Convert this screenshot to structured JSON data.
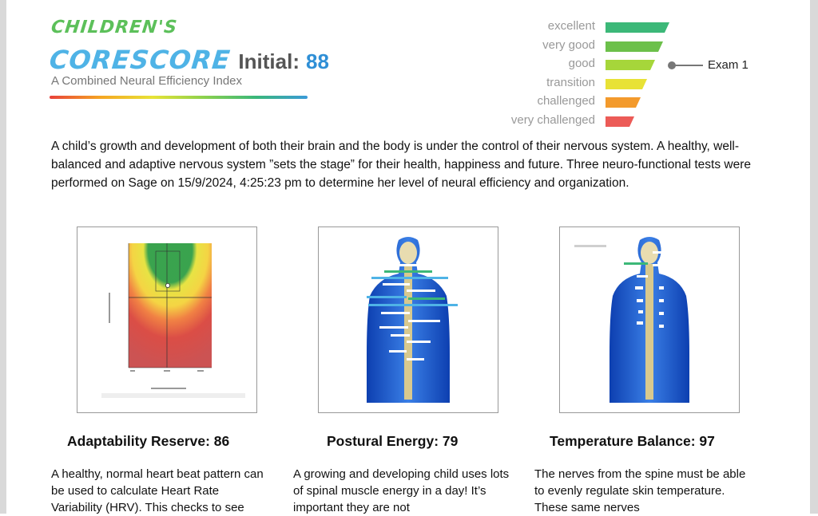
{
  "header": {
    "brand_top": "CHILDREN'S",
    "brand_main": "CORESCORE",
    "initial_label": "Initial:",
    "initial_score": "88",
    "subtitle": "A Combined Neural Efficiency Index"
  },
  "legend": {
    "levels": [
      {
        "label": "excellent",
        "color": "#3cb878"
      },
      {
        "label": "very good",
        "color": "#6cc04a"
      },
      {
        "label": "good",
        "color": "#a6d63a"
      },
      {
        "label": "transition",
        "color": "#e8e236"
      },
      {
        "label": "challenged",
        "color": "#f39a2c"
      },
      {
        "label": "very challenged",
        "color": "#ec5b57"
      }
    ],
    "marker_label": "Exam 1",
    "marker_level": "good"
  },
  "intro": "A child’s growth and development of both their brain and the body is under the control of their nervous system. A healthy, well-balanced and adaptive nervous system ”sets the stage” for their health, happiness and future. Three neuro-functional tests were performed on Sage on 15/9/2024, 4:25:23 pm to determine her level of neural efficiency and organization.",
  "panels": [
    {
      "heading": "Adaptability Reserve: 86",
      "desc": "A healthy, normal heart beat pattern can be used to calculate Heart Rate Variability (HRV). This checks to see"
    },
    {
      "heading": "Postural Energy: 79",
      "desc": "A growing and developing child uses lots of spinal muscle energy in a day! It’s important they are not"
    },
    {
      "heading": "Temperature Balance: 97",
      "desc": "The nerves from the spine must be able to evenly regulate skin temperature. These same nerves"
    }
  ]
}
